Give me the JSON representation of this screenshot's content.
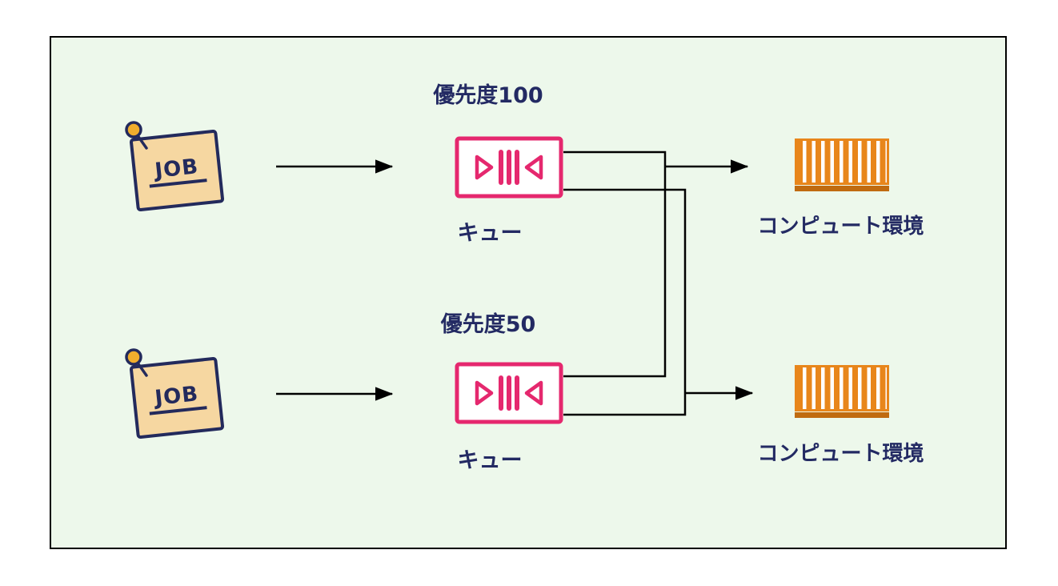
{
  "canvas": {
    "background": "#ffffff",
    "panel_background": "#edf8eb",
    "panel_border": "#000000"
  },
  "colors": {
    "queue_accent": "#e5286e",
    "compute_accent": "#e8861b",
    "compute_base": "#c06b10",
    "note_fill": "#f6d7a1",
    "pin_head": "#f0ad2d",
    "ink": "#232a63",
    "line": "#000000"
  },
  "nodes": {
    "job1": {
      "label": "JOB"
    },
    "job2": {
      "label": "JOB"
    },
    "queue1": {
      "priority": "優先度100",
      "label": "キュー"
    },
    "queue2": {
      "priority": "優先度50",
      "label": "キュー"
    },
    "compute1": {
      "label": "コンピュート環境"
    },
    "compute2": {
      "label": "コンピュート環境"
    }
  },
  "edges": [
    {
      "from": "job1",
      "to": "queue1"
    },
    {
      "from": "job2",
      "to": "queue2"
    },
    {
      "from": "queue1",
      "to": "compute1"
    },
    {
      "from": "queue1",
      "to": "compute2"
    },
    {
      "from": "queue2",
      "to": "compute1"
    },
    {
      "from": "queue2",
      "to": "compute2"
    }
  ]
}
